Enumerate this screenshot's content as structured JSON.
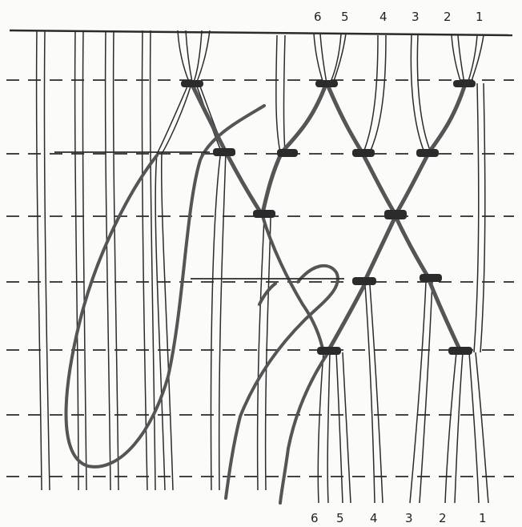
{
  "top_labels": [
    "6",
    "5",
    "4",
    "3",
    "2",
    "1"
  ],
  "bottom_labels": [
    "6",
    "5",
    "4",
    "3",
    "2",
    "1"
  ],
  "colors": {
    "ink": "#2b2b2b",
    "working_cord": "#555555",
    "background": "#fbfbf9"
  }
}
